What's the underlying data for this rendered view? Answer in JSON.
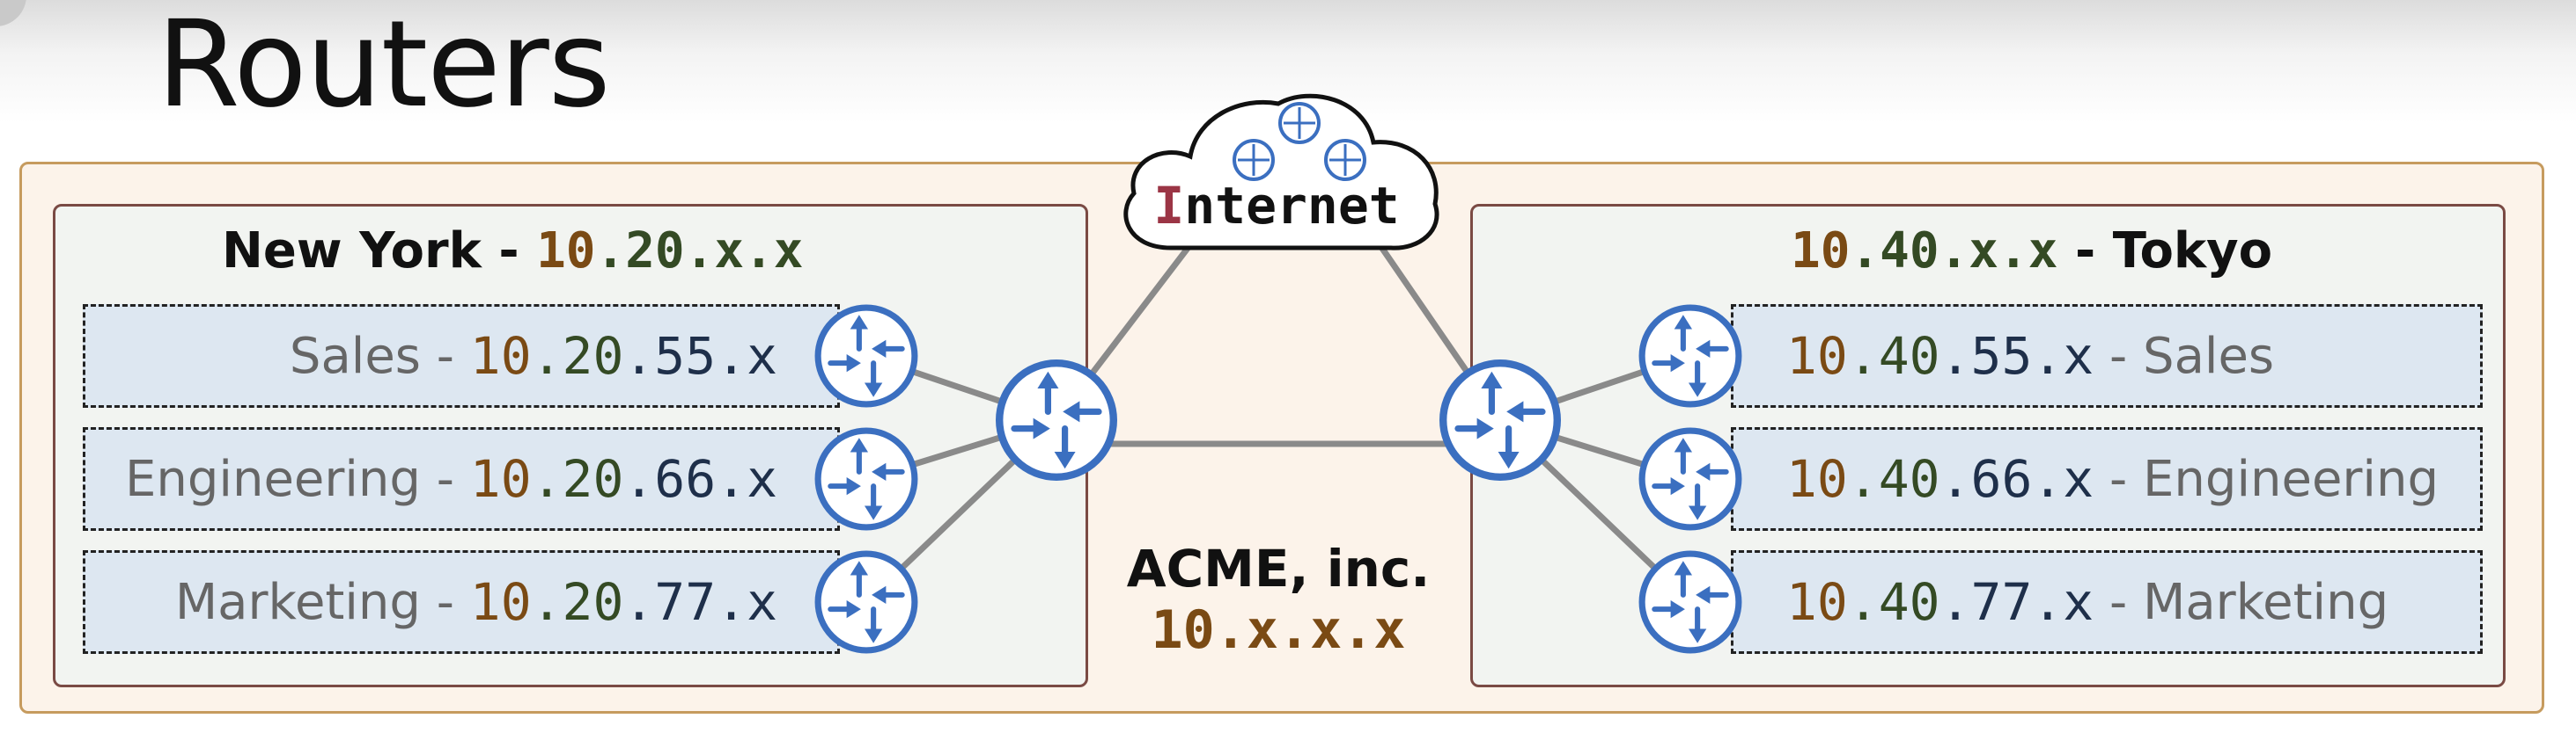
{
  "title": "Routers",
  "internet": {
    "label_first": "I",
    "label_rest": "nternet"
  },
  "company": {
    "name": "ACME, inc.",
    "network": "10.x.x.x"
  },
  "offices": {
    "new_york": {
      "name": "New York",
      "sep": " - ",
      "net_a": "10",
      "net_b": ".20",
      "net_c": ".x.x",
      "departments": [
        {
          "name": "Sales",
          "sep": " - ",
          "ip_a": "10",
          "ip_b": ".20",
          "ip_c": ".55.x"
        },
        {
          "name": "Engineering",
          "sep": " - ",
          "ip_a": "10",
          "ip_b": ".20",
          "ip_c": ".66.x"
        },
        {
          "name": "Marketing",
          "sep": " - ",
          "ip_a": "10",
          "ip_b": ".20",
          "ip_c": ".77.x"
        }
      ]
    },
    "tokyo": {
      "name": "Tokyo",
      "sep": " - ",
      "net_a": "10",
      "net_b": ".40",
      "net_c": ".x.x",
      "departments": [
        {
          "name": "Sales",
          "sep": " - ",
          "ip_a": "10",
          "ip_b": ".40",
          "ip_c": ".55.x"
        },
        {
          "name": "Engineering",
          "sep": " - ",
          "ip_a": "10",
          "ip_b": ".40",
          "ip_c": ".66.x"
        },
        {
          "name": "Marketing",
          "sep": " - ",
          "ip_a": "10",
          "ip_b": ".40",
          "ip_c": ".77.x"
        }
      ]
    }
  },
  "colors": {
    "router_blue": "#3b6fc0",
    "frame_border": "#c69b5e",
    "office_border": "#7a4a44",
    "dept_fill": "#dde7f1",
    "ip_brown": "#7a4a14",
    "ip_green": "#344a24"
  },
  "icons": {
    "router": "router-icon",
    "cloud": "cloud-icon"
  }
}
